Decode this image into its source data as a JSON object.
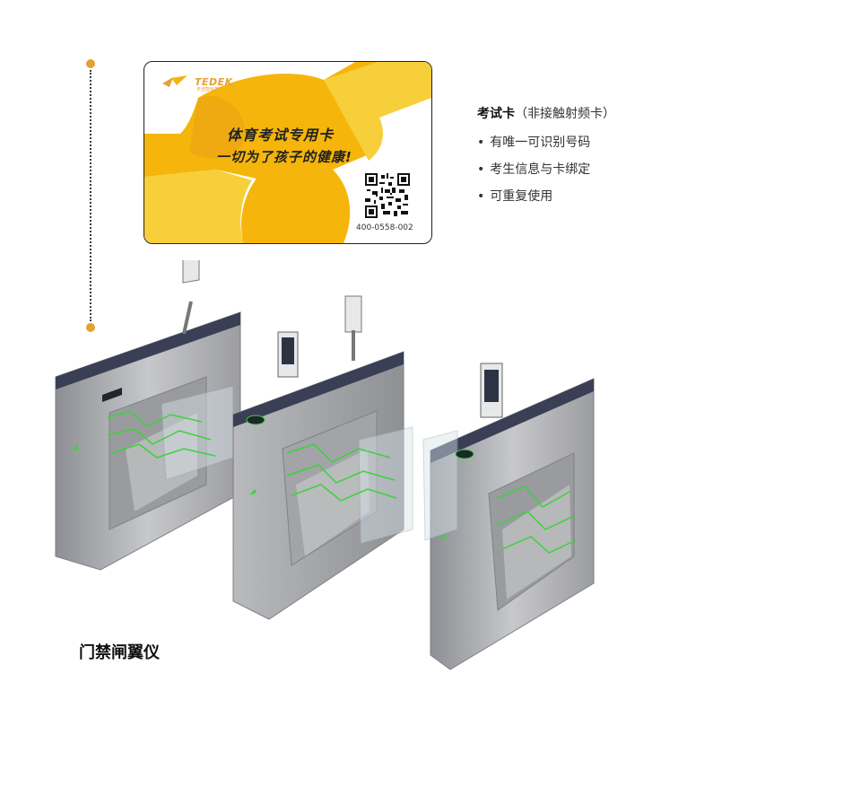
{
  "card": {
    "logo": "TEDEK",
    "logo_sub": "天迪智科技",
    "title": "体育考试专用卡",
    "slogan": "一切为了孩子的健康!",
    "serial": "400-0558-002",
    "colors": {
      "primary": "#f5b50a",
      "secondary": "#f7cf3a",
      "accent": "#e59a1c"
    }
  },
  "info": {
    "title": "考试卡",
    "subtitle": "（非接触射频卡）",
    "features": [
      "有唯一可识别号码",
      "考生信息与卡绑定",
      "可重复使用"
    ]
  },
  "gate": {
    "caption": "门禁闸翼仪"
  },
  "colors": {
    "timeline_dot": "#e5a135",
    "gate_body": "#a9aaad",
    "gate_top": "#3a3f55",
    "laser": "#39d43a"
  }
}
